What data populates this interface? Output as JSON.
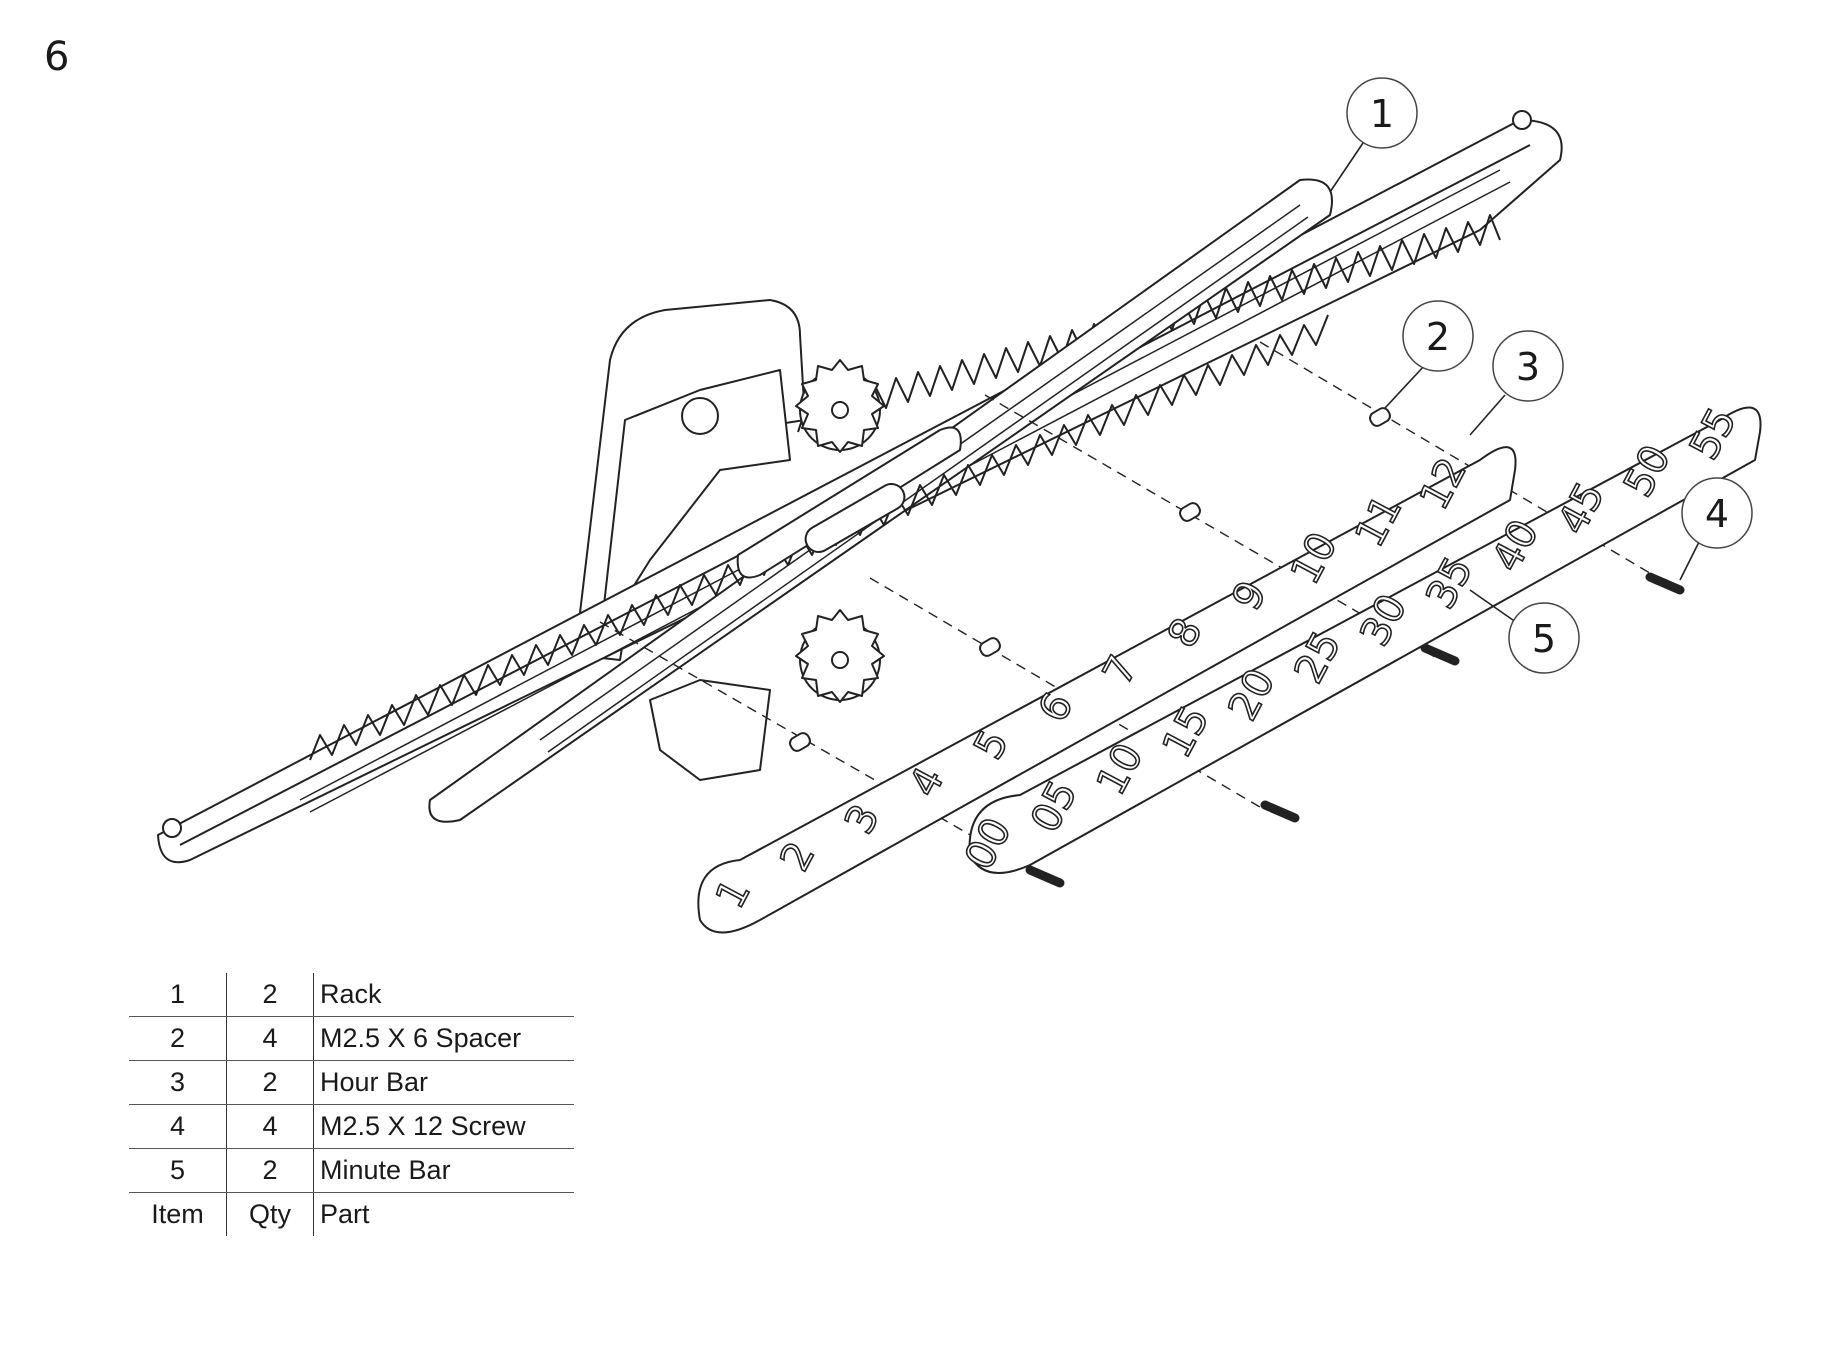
{
  "step": "6",
  "callouts": [
    {
      "label": "1"
    },
    {
      "label": "2"
    },
    {
      "label": "3"
    },
    {
      "label": "4"
    },
    {
      "label": "5"
    }
  ],
  "hour_bar_labels": [
    "1",
    "2",
    "3",
    "4",
    "5",
    "6",
    "7",
    "8",
    "9",
    "10",
    "11",
    "12"
  ],
  "minute_bar_labels": [
    "00",
    "05",
    "10",
    "15",
    "20",
    "25",
    "30",
    "35",
    "40",
    "45",
    "50",
    "55"
  ],
  "bom": {
    "rows": [
      {
        "item": "1",
        "qty": "2",
        "part": "Rack"
      },
      {
        "item": "2",
        "qty": "4",
        "part": "M2.5 X 6 Spacer"
      },
      {
        "item": "3",
        "qty": "2",
        "part": "Hour Bar"
      },
      {
        "item": "4",
        "qty": "4",
        "part": "M2.5 X 12 Screw"
      },
      {
        "item": "5",
        "qty": "2",
        "part": "Minute Bar"
      }
    ],
    "header": {
      "item": "Item",
      "qty": "Qty",
      "part": "Part"
    }
  }
}
